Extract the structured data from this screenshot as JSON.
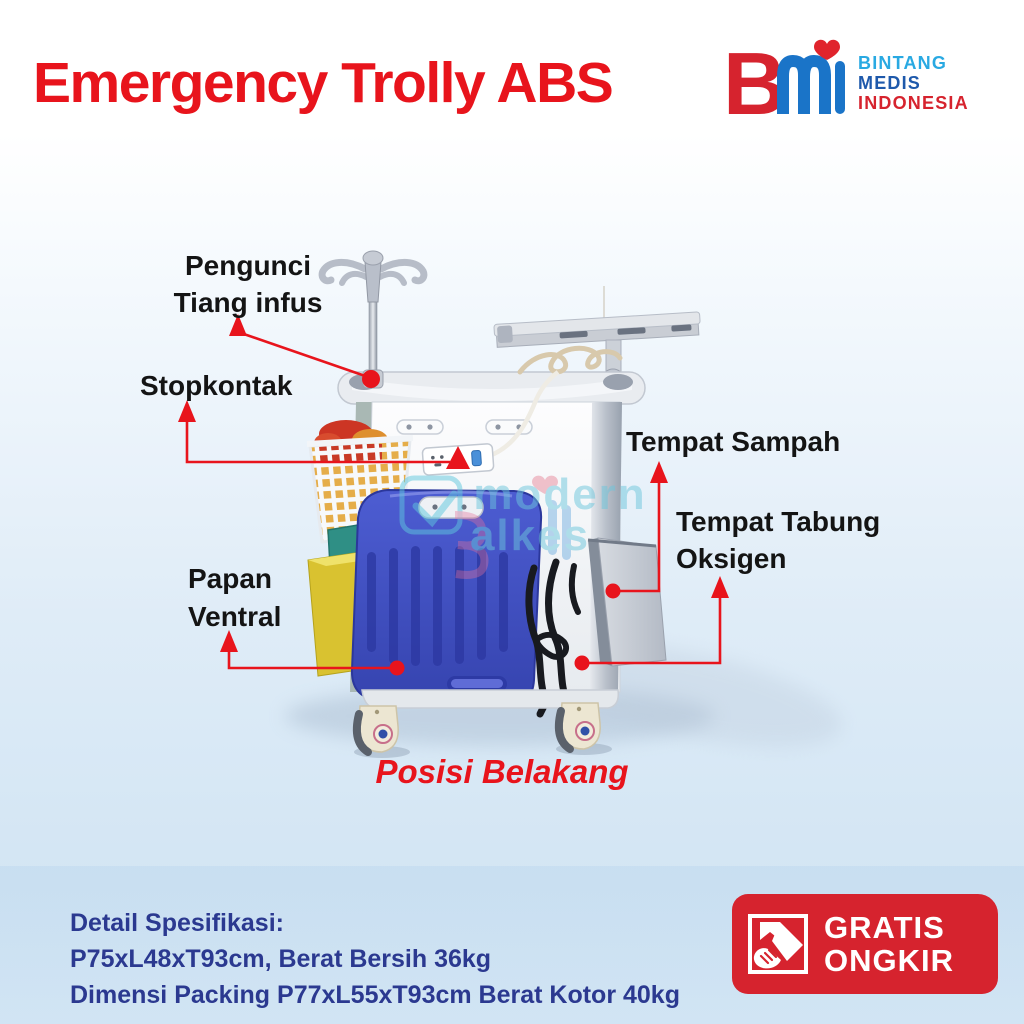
{
  "page": {
    "title": "Emergency Trolly ABS",
    "caption": "Posisi Belakang"
  },
  "brand": {
    "mark": "BMi",
    "mark_b": "B",
    "lines": [
      "BINTANG",
      "MEDIS",
      "INDONESIA"
    ]
  },
  "annotations": {
    "pengunci": {
      "lines": [
        "Pengunci",
        "Tiang infus"
      ]
    },
    "stopkontak": {
      "lines": [
        "Stopkontak"
      ]
    },
    "tempat_sampah": {
      "lines": [
        "Tempat Sampah"
      ]
    },
    "tempat_tabung": {
      "lines": [
        "Tempat Tabung",
        "Oksigen"
      ]
    },
    "papan_ventral": {
      "lines": [
        "Papan",
        "Ventral"
      ]
    }
  },
  "watermark": {
    "line1": "modern",
    "line2": "alkes"
  },
  "specs": {
    "heading": "Detail Spesifikasi:",
    "line1": "P75xL48xT93cm, Berat Bersih 36kg",
    "line2": "Dimensi Packing P77xL55xT93cm Berat Kotor 40kg"
  },
  "badge": {
    "line1": "GRATIS",
    "line2": "ONGKIR"
  },
  "colors": {
    "accent_red": "#e8141c",
    "navy_text": "#2b3990",
    "badge_red": "#d6232e",
    "label_black": "#141414",
    "logo_light_blue": "#29a9e2",
    "logo_medium_blue": "#1e59ab",
    "logo_red": "#d6232e",
    "logo_mark_blue": "#1a74c8",
    "board_blue": "#4050c0"
  }
}
